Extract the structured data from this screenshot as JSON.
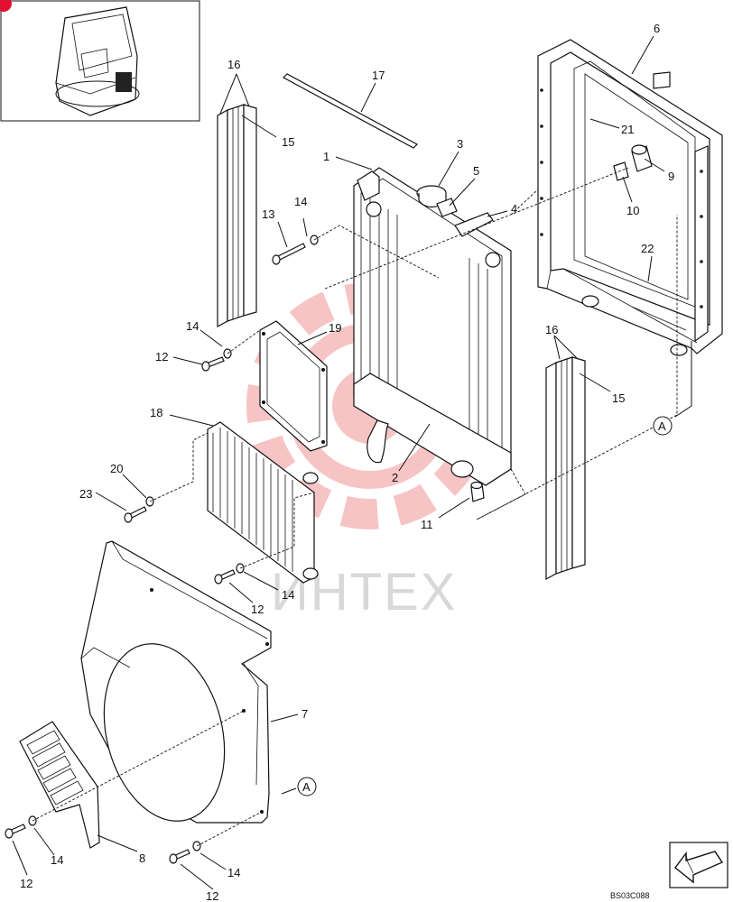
{
  "watermark": "ИНТЕХ",
  "drawing_code": "BS03C088",
  "ref_marker": "A",
  "labels": [
    {
      "id": "l1",
      "text": "1"
    },
    {
      "id": "l2",
      "text": "2"
    },
    {
      "id": "l3",
      "text": "3"
    },
    {
      "id": "l4",
      "text": "4"
    },
    {
      "id": "l5",
      "text": "5"
    },
    {
      "id": "l6",
      "text": "6"
    },
    {
      "id": "l7",
      "text": "7"
    },
    {
      "id": "l8",
      "text": "8"
    },
    {
      "id": "l9",
      "text": "9"
    },
    {
      "id": "l10",
      "text": "10"
    },
    {
      "id": "l11",
      "text": "11"
    },
    {
      "id": "l12a",
      "text": "12"
    },
    {
      "id": "l12b",
      "text": "12"
    },
    {
      "id": "l12c",
      "text": "12"
    },
    {
      "id": "l12d",
      "text": "12"
    },
    {
      "id": "l13",
      "text": "13"
    },
    {
      "id": "l14a",
      "text": "14"
    },
    {
      "id": "l14b",
      "text": "14"
    },
    {
      "id": "l14c",
      "text": "14"
    },
    {
      "id": "l14d",
      "text": "14"
    },
    {
      "id": "l14e",
      "text": "14"
    },
    {
      "id": "l15a",
      "text": "15"
    },
    {
      "id": "l15b",
      "text": "15"
    },
    {
      "id": "l16a",
      "text": "16"
    },
    {
      "id": "l16b",
      "text": "16"
    },
    {
      "id": "l17",
      "text": "17"
    },
    {
      "id": "l18",
      "text": "18"
    },
    {
      "id": "l19",
      "text": "19"
    },
    {
      "id": "l20",
      "text": "20"
    },
    {
      "id": "l21",
      "text": "21"
    },
    {
      "id": "l22",
      "text": "22"
    },
    {
      "id": "l23",
      "text": "23"
    }
  ]
}
